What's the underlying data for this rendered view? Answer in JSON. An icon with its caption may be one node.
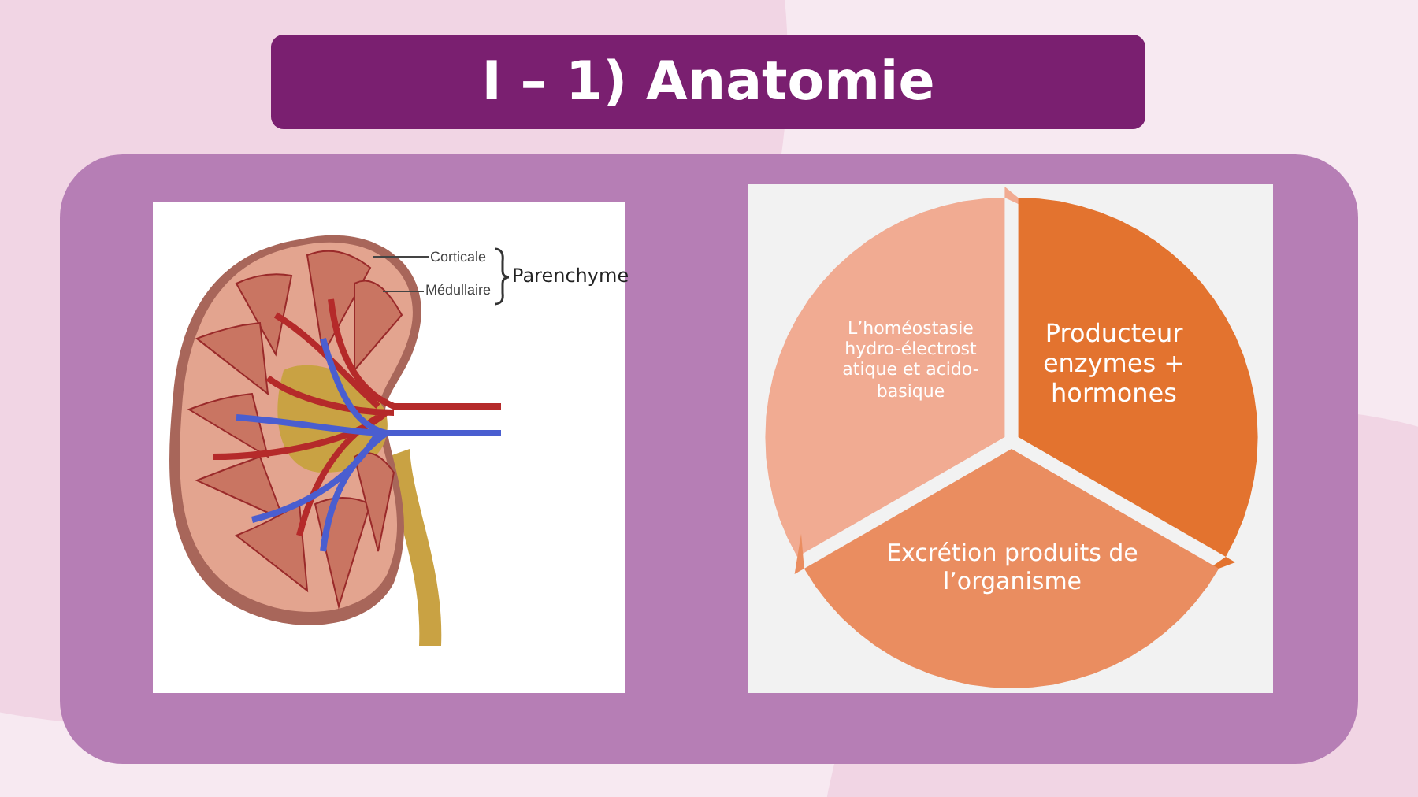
{
  "diagram": {
    "title": "I – 1) Anatomie",
    "nodes": [
      {
        "text": [
          "Corticale"
        ]
      },
      {
        "text": [
          "Médullaire"
        ]
      },
      {
        "text": [
          "L’homéostasie hydro-électrost atique et acido-basique"
        ]
      },
      {
        "text": [
          "Producteur enzymes + hormones"
        ]
      },
      {
        "text": [
          "Excrétion produits de l’organisme"
        ]
      }
    ],
    "edges": [
      {
        "from": 0,
        "to": null,
        "arrow": "none"
      },
      {
        "from": 1,
        "to": null,
        "arrow": "none"
      }
    ],
    "labels": [
      "Parenchyme"
    ]
  }
}
